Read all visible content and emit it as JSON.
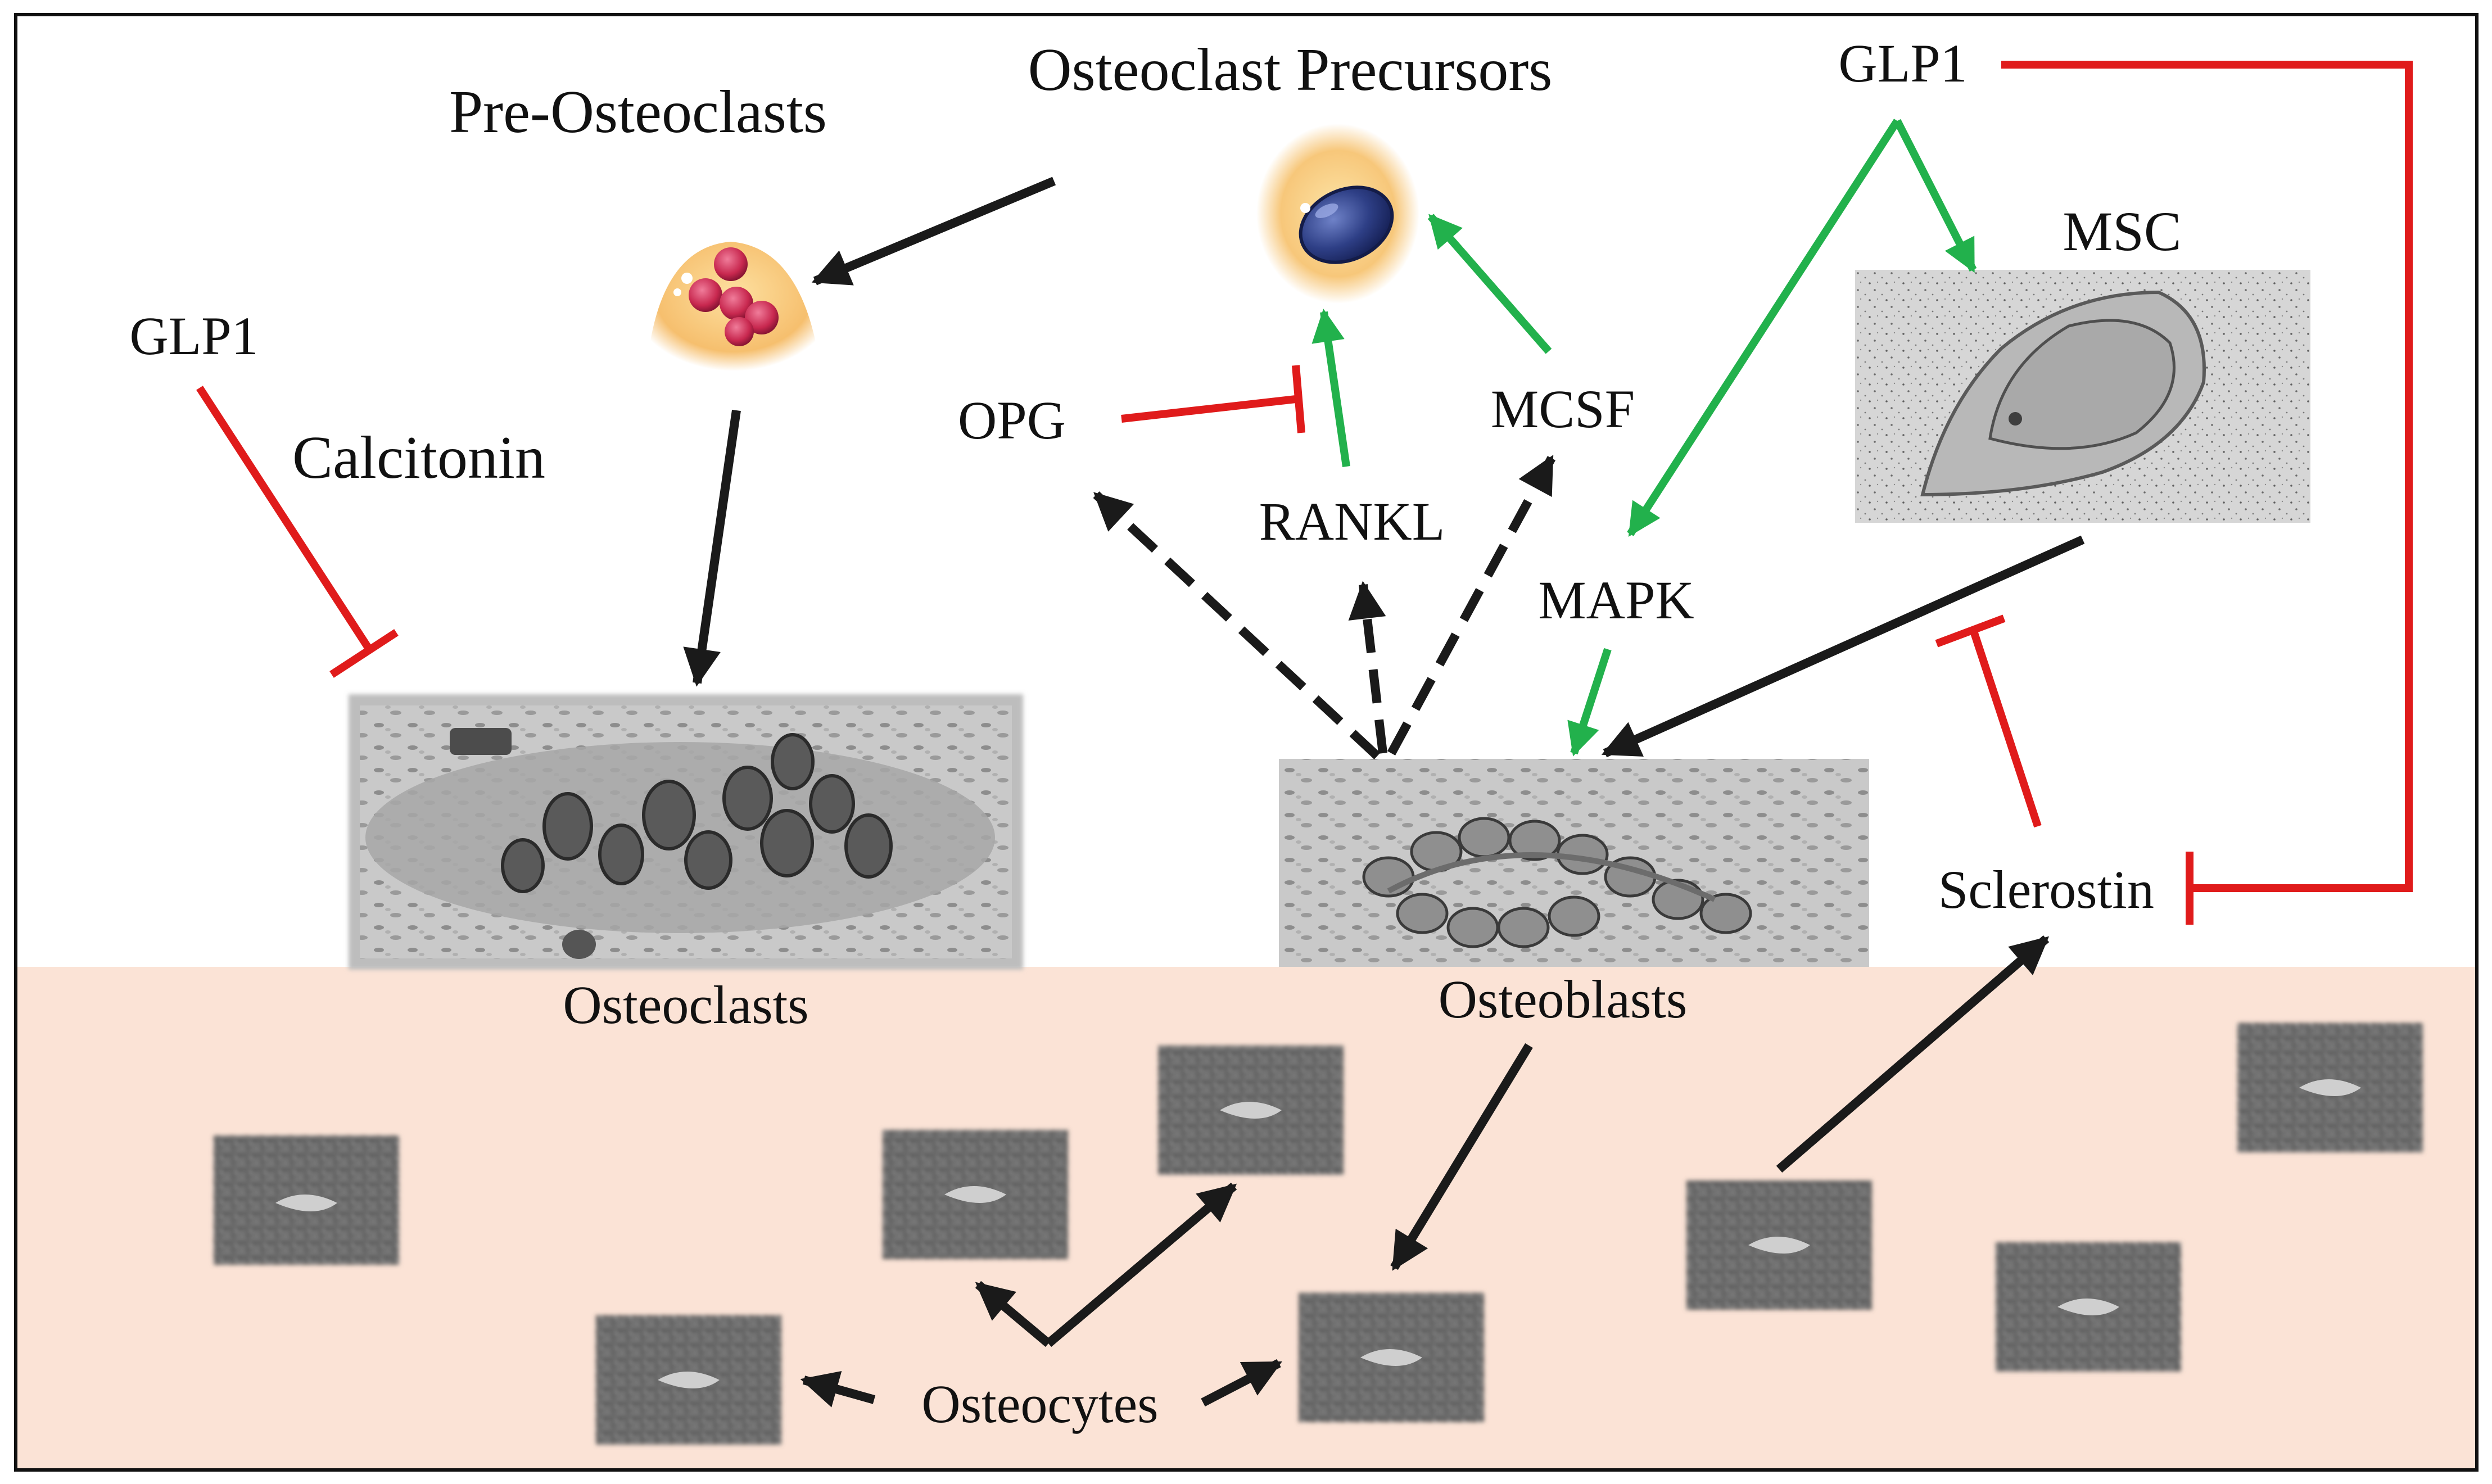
{
  "labels": {
    "osteoclast_precursors": "Osteoclast Precursors",
    "pre_osteoclasts": "Pre-Osteoclasts",
    "glp1_top": "GLP1",
    "glp1_left": "GLP1",
    "calcitonin": "Calcitonin",
    "opg": "OPG",
    "rankl": "RANKL",
    "mcsf": "MCSF",
    "mapk": "MAPK",
    "msc": "MSC",
    "sclerostin": "Sclerostin",
    "osteoclasts": "Osteoclasts",
    "osteoblasts": "Osteoblasts",
    "osteocytes": "Osteocytes"
  },
  "colors": {
    "activation": "#1a1a1a",
    "stimulation": "#22b14c",
    "inhibition": "#e01b1b",
    "bone_matrix": "#fbe3d6",
    "precursor_cell": "#f7c77a",
    "precursor_nucleus": "#2e3f86",
    "pre_osteoclast_nuclei": "#c8284f"
  },
  "icons": {
    "micrograph": "grayscale-micrograph",
    "osteocyte": "sem-osteocyte-icon",
    "precursor": "cell-icon"
  }
}
